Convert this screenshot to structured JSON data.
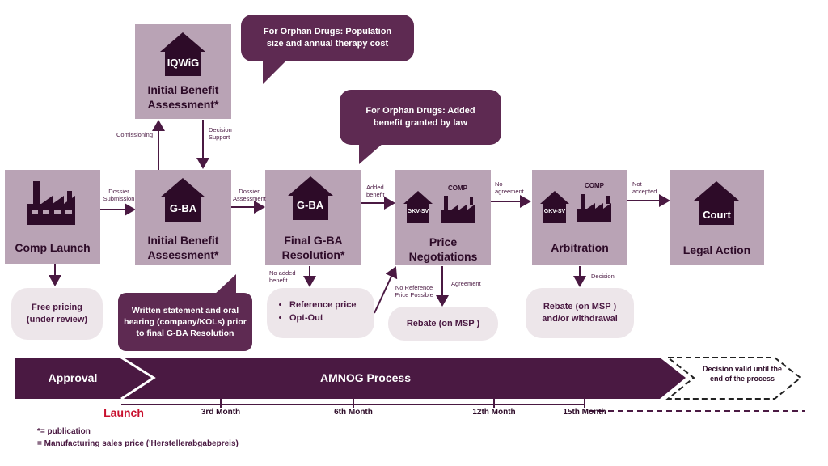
{
  "colors": {
    "box": "#b9a3b5",
    "dark": "#4a1942",
    "bubble": "#5e2a52",
    "pill": "#ede6ea",
    "launch": "#c8102e"
  },
  "boxes": {
    "comp_launch": "Comp Launch",
    "iqwig_tag": "IQWiG",
    "iqwig": "Initial Benefit Assessment*",
    "gba1_tag": "G-BA",
    "gba1": "Initial Benefit Assessment*",
    "gba2_tag": "G-BA",
    "gba2": "Final G-BA Resolution*",
    "price_gkv": "GKV-SV",
    "price_comp": "COMP",
    "price": "Price Negotiations",
    "arb_gkv": "GKV-SV",
    "arb_comp": "COMP",
    "arb": "Arbitration",
    "court_tag": "Court",
    "legal": "Legal Action"
  },
  "arrows": {
    "comissioning": "Comissioning",
    "decision_support": "Decision Support",
    "dossier_submission": "Dossier Submission",
    "dossier_assessment": "Dossier Assessment",
    "added_benefit": "Added benefit",
    "no_added_benefit": "No added benefit",
    "no_agreement": "No agreement",
    "not_accepted": "Not accepted",
    "no_reference": "No Reference Price Possible",
    "agreement": "Agreement",
    "decision": "Decision"
  },
  "bubbles": {
    "orphan1": "For Orphan Drugs: Population size and annual therapy cost",
    "orphan2": "For Orphan Drugs: Added benefit granted by law",
    "written": "Written statement and oral hearing (company/KOLs) prior to final G-BA Resolution"
  },
  "pills": {
    "free_pricing": "Free pricing (under review)",
    "reference_price": "Reference price",
    "opt_out": "Opt-Out",
    "rebate1": "Rebate (on MSP )",
    "rebate2": "Rebate (on MSP ) and/or withdrawal"
  },
  "timeline": {
    "approval": "Approval",
    "amnog": "AMNOG Process",
    "decision_valid": "Decision valid until the end of the process",
    "launch": "Launch",
    "m3": "3rd Month",
    "m6": "6th Month",
    "m12": "12th Month",
    "m15": "15th Month"
  },
  "footnotes": {
    "publication": "*= publication",
    "msp": "= Manufacturing sales price ('Herstellerabgabepreis)"
  }
}
